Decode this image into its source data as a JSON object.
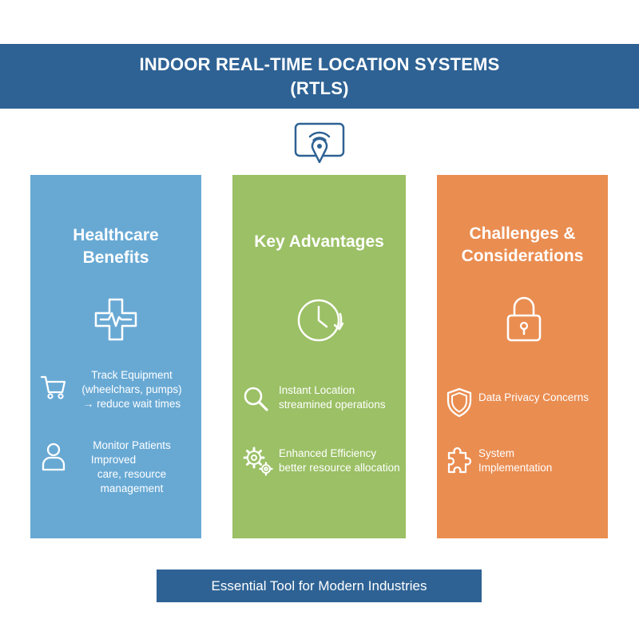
{
  "header": {
    "title_line1": "INDOOR REAL-TIME LOCATION SYSTEMS",
    "title_line2": "(RTLS)"
  },
  "icons": {
    "top": "location-signal-icon",
    "healthcare": "medical-cross-icon",
    "advantages": "clock-icon",
    "challenges": "lock-icon"
  },
  "columns": {
    "healthcare": {
      "title_line1": "Healthcare",
      "title_line2": "Benefits",
      "items": [
        {
          "icon": "cart-icon",
          "lines": [
            "Track Equipment",
            "(wheelchars, pumps)",
            "→ reduce wait times"
          ]
        },
        {
          "icon": "person-icon",
          "lines": [
            "Monitor Patients",
            "Improved",
            "care, resource",
            "management"
          ]
        }
      ]
    },
    "advantages": {
      "title": "Key Advantages",
      "items": [
        {
          "icon": "magnifier-icon",
          "lines": [
            "Instant Location",
            "streamined operations"
          ]
        },
        {
          "icon": "gears-icon",
          "lines": [
            "Enhanced Efficiency",
            "better resource allocation"
          ]
        }
      ]
    },
    "challenges": {
      "title_line1": "Challenges &",
      "title_line2": "Considerations",
      "items": [
        {
          "icon": "shield-icon",
          "lines": [
            "Data Privacy Concerns"
          ]
        },
        {
          "icon": "puzzle-icon",
          "lines": [
            "System",
            "Implementation"
          ]
        }
      ]
    }
  },
  "colors": {
    "header": "#2e6294",
    "healthcare": "#68a9d4",
    "advantages": "#9bc065",
    "challenges": "#ea8d51"
  },
  "footer": {
    "label": "Essential Tool for Modern Industries"
  }
}
